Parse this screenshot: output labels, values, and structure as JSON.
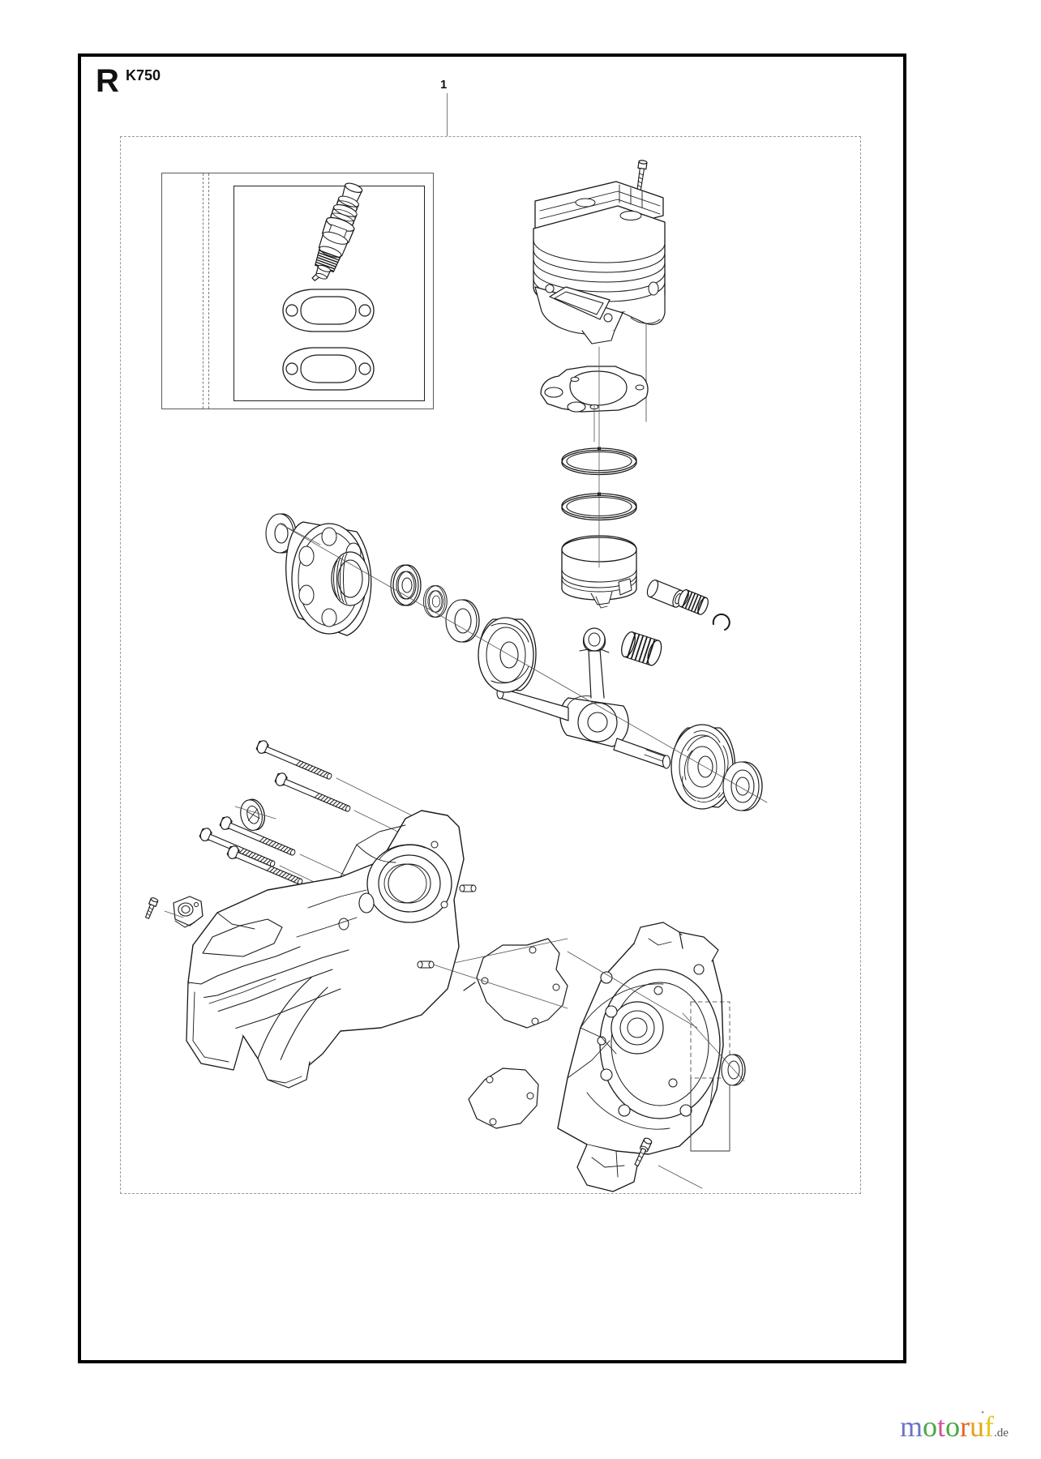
{
  "page": {
    "section_letter": "R",
    "model_name": "K750",
    "background_color": "#ffffff",
    "line_color": "#1a1a1a",
    "frame_color": "#000000",
    "dashed_group_color": "#999999"
  },
  "callouts": [
    {
      "id": "1",
      "label": "1"
    }
  ],
  "detail_inset": {
    "name": "spark-plug-and-gaskets-detail",
    "parts": [
      {
        "name": "spark-plug"
      },
      {
        "name": "muffler-gasket-upper"
      },
      {
        "name": "muffler-gasket-lower"
      }
    ]
  },
  "exploded_parts": [
    {
      "name": "cylinder-screw"
    },
    {
      "name": "cylinder"
    },
    {
      "name": "cylinder-base-gasket"
    },
    {
      "name": "piston-ring-upper"
    },
    {
      "name": "piston-ring-lower"
    },
    {
      "name": "piston"
    },
    {
      "name": "piston-pin"
    },
    {
      "name": "piston-pin-needle-bearing"
    },
    {
      "name": "circlip"
    },
    {
      "name": "connecting-rod-needle-bearing"
    },
    {
      "name": "crankshaft"
    },
    {
      "name": "clutch-drum-pulley"
    },
    {
      "name": "washer"
    },
    {
      "name": "ball-bearing-left-outer"
    },
    {
      "name": "ball-bearing-left-inner"
    },
    {
      "name": "seal-ring"
    },
    {
      "name": "ball-bearing-right"
    },
    {
      "name": "flywheel"
    },
    {
      "name": "oil-seal"
    },
    {
      "name": "crankcase-bolt-1"
    },
    {
      "name": "crankcase-bolt-2"
    },
    {
      "name": "crankcase-bolt-3"
    },
    {
      "name": "crankcase-bolt-4"
    },
    {
      "name": "crankcase-bolt-5"
    },
    {
      "name": "crankcase-half-left"
    },
    {
      "name": "crankcase-gasket"
    },
    {
      "name": "crankcase-half-right"
    },
    {
      "name": "decompression-valve-bracket"
    },
    {
      "name": "bracket-screw"
    },
    {
      "name": "drain-plug-screw"
    }
  ],
  "watermark": {
    "letters": [
      {
        "ch": "m",
        "color": "#6b74c4"
      },
      {
        "ch": "o",
        "color": "#49a843"
      },
      {
        "ch": "t",
        "color": "#d94f9b"
      },
      {
        "ch": "o",
        "color": "#49a843"
      },
      {
        "ch": "r",
        "color": "#e8622a"
      },
      {
        "ch": "u",
        "color": "#e2a21b"
      },
      {
        "ch": "f",
        "color": "#e8c61f"
      }
    ],
    "tld": ".de",
    "dot_color": "#9a9a9a"
  }
}
